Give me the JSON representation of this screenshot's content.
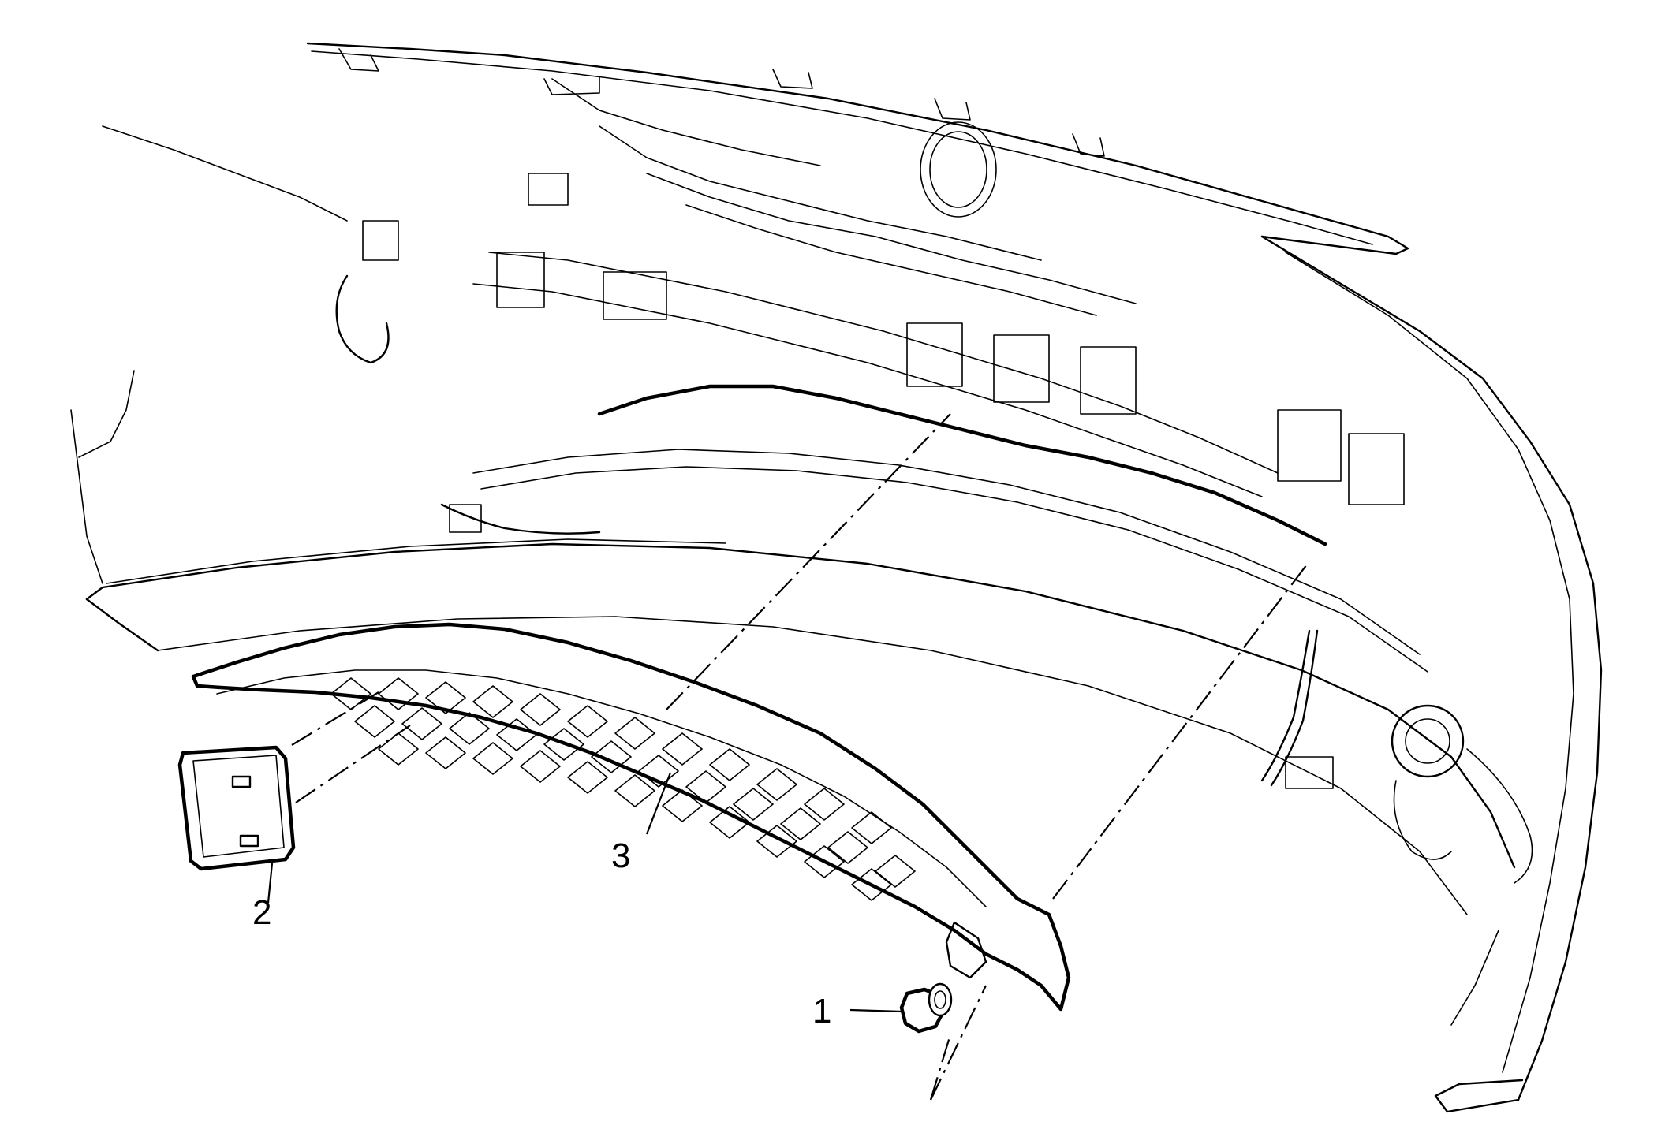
{
  "callouts": [
    {
      "number": "1",
      "part": "fastener"
    },
    {
      "number": "2",
      "part": "cover"
    },
    {
      "number": "3",
      "part": "grille"
    }
  ],
  "colors": {
    "ink": "#000000",
    "background": "#ffffff"
  }
}
